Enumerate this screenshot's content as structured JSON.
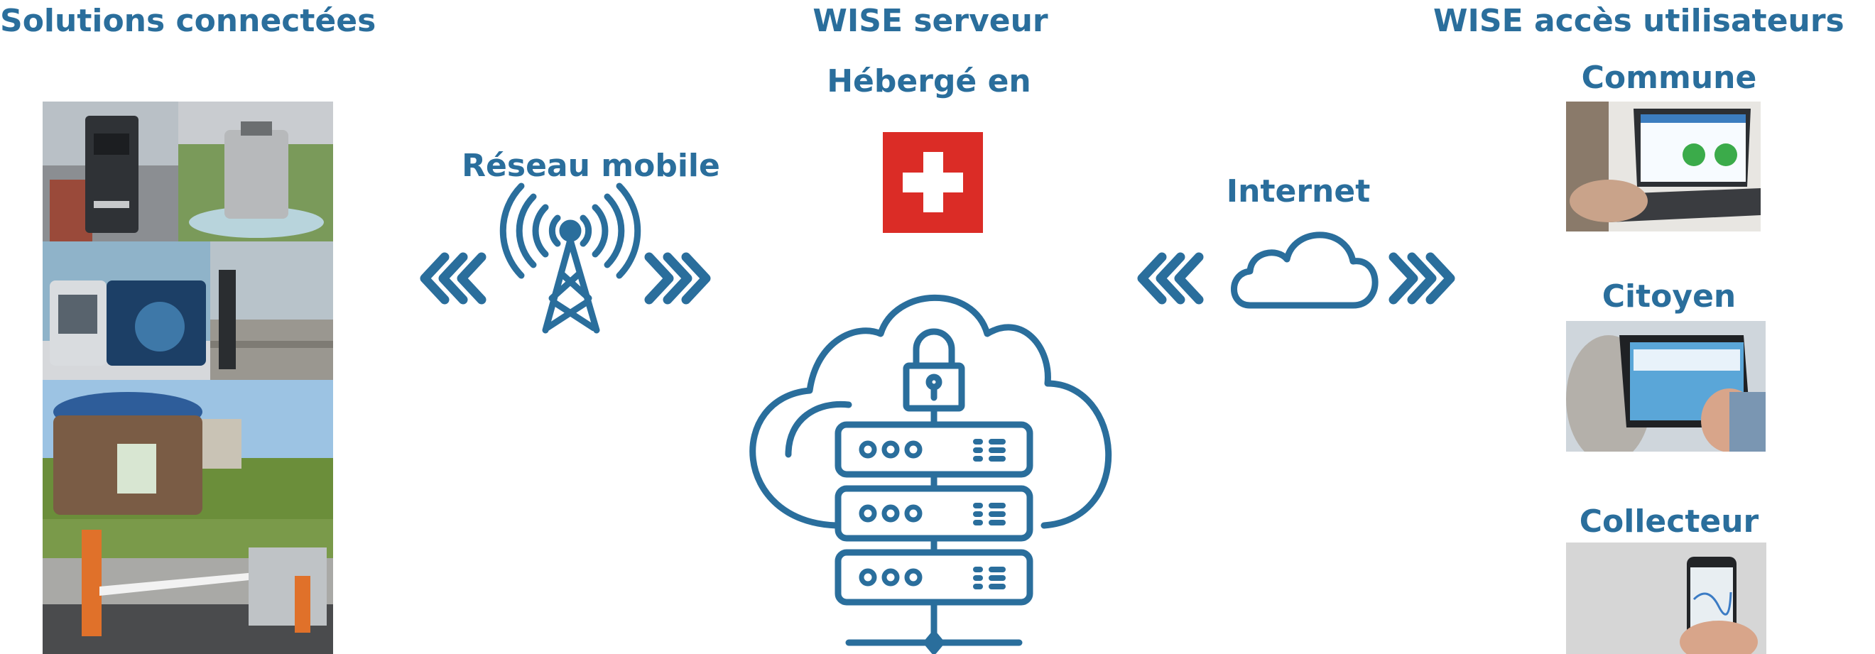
{
  "headings": {
    "solutions": "Solutions connectées",
    "server": "WISE serveur",
    "hosted": "Hébergé en",
    "user_access": "WISE accès utilisateurs"
  },
  "network": {
    "mobile": "Réseau mobile",
    "internet": "Internet"
  },
  "users": {
    "commune": "Commune",
    "citoyen": "Citoyen",
    "collecteur": "Collecteur"
  },
  "icons": {
    "flag": "swiss-flag-icon",
    "antenna": "radio-antenna-icon",
    "cloud": "cloud-icon",
    "server": "cloud-server-icon",
    "lock": "padlock-icon",
    "chevrons_left": "chevrons-left-icon",
    "chevrons_right": "chevrons-right-icon"
  },
  "colors": {
    "primary": "#2a6e9c",
    "flag_red": "#db2c26"
  }
}
